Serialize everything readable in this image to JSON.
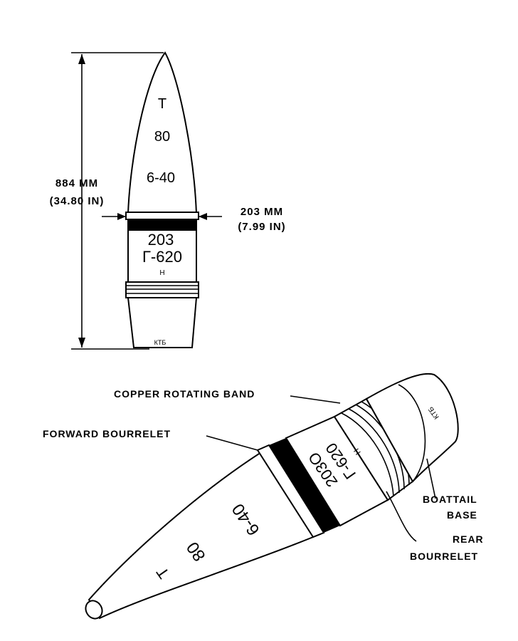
{
  "top_view": {
    "length_mm": "884 MM",
    "length_in": "(34.80 IN)",
    "diameter_mm": "203 MM",
    "diameter_in": "(7.99 IN)",
    "nose_marks": [
      "T",
      "80",
      "6-40"
    ],
    "body_marks": [
      "203",
      "Г-620",
      "Н"
    ],
    "base_mark": "КТБ"
  },
  "bottom_view": {
    "labels": {
      "rotating_band": "COPPER ROTATING BAND",
      "forward_bourrelet": "FORWARD BOURRELET",
      "boattail_line1": "BOATTAIL",
      "boattail_line2": "BASE",
      "rear_line1": "REAR",
      "rear_line2": "BOURRELET"
    },
    "nose_marks": [
      "T",
      "80",
      "6-40"
    ],
    "body_marks": [
      "203O",
      "Г-620",
      "Н"
    ],
    "base_mark": "КТБ"
  }
}
